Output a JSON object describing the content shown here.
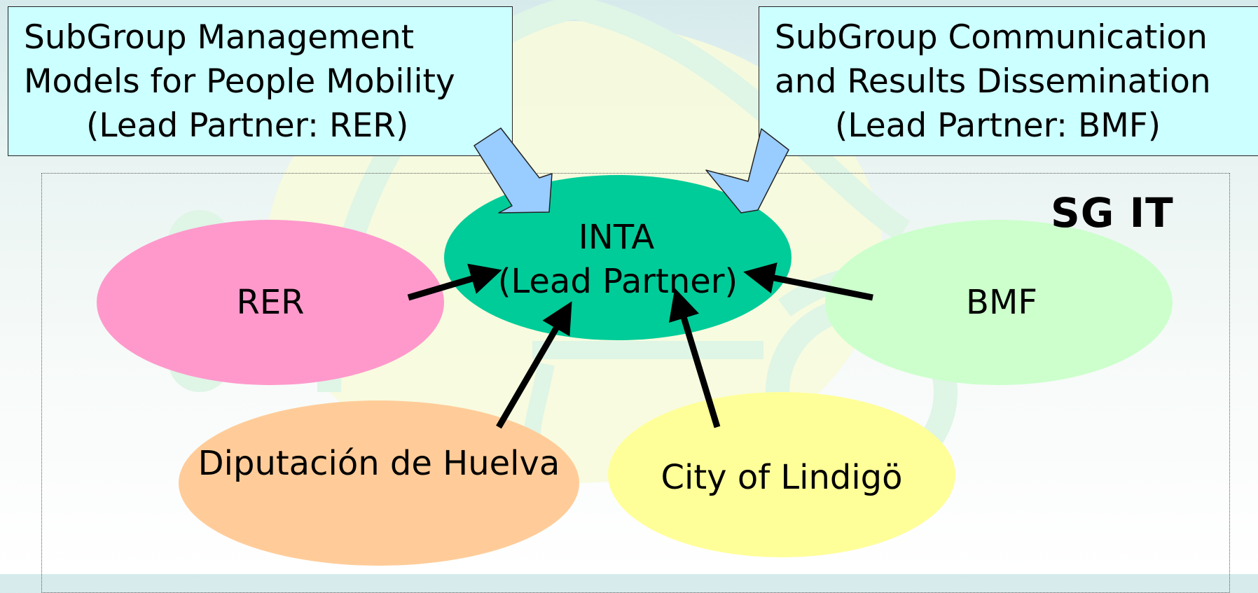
{
  "boxes": {
    "left": {
      "line1": "SubGroup Management",
      "line2": "Models for People Mobility",
      "line3": "(Lead Partner: RER)"
    },
    "right": {
      "line1": "SubGroup Communication",
      "line2": "and Results Dissemination",
      "line3": "(Lead Partner: BMF)"
    }
  },
  "subgroup_label": "SG IT",
  "nodes": {
    "inta": {
      "line1": "INTA",
      "line2": "(Lead Partner)",
      "color": "#00cc99"
    },
    "rer": {
      "label": "RER",
      "color": "#ff99cc"
    },
    "bmf": {
      "label": "BMF",
      "color": "#ccffcc"
    },
    "huelva": {
      "label": "Diputación de Huelva",
      "color": "#ffcc99"
    },
    "lindigo": {
      "label": "City of Lindigö",
      "color": "#ffff99"
    }
  },
  "colors": {
    "box_fill": "#ccffff",
    "block_arrow": "#99ccff",
    "arrow": "#000000"
  }
}
